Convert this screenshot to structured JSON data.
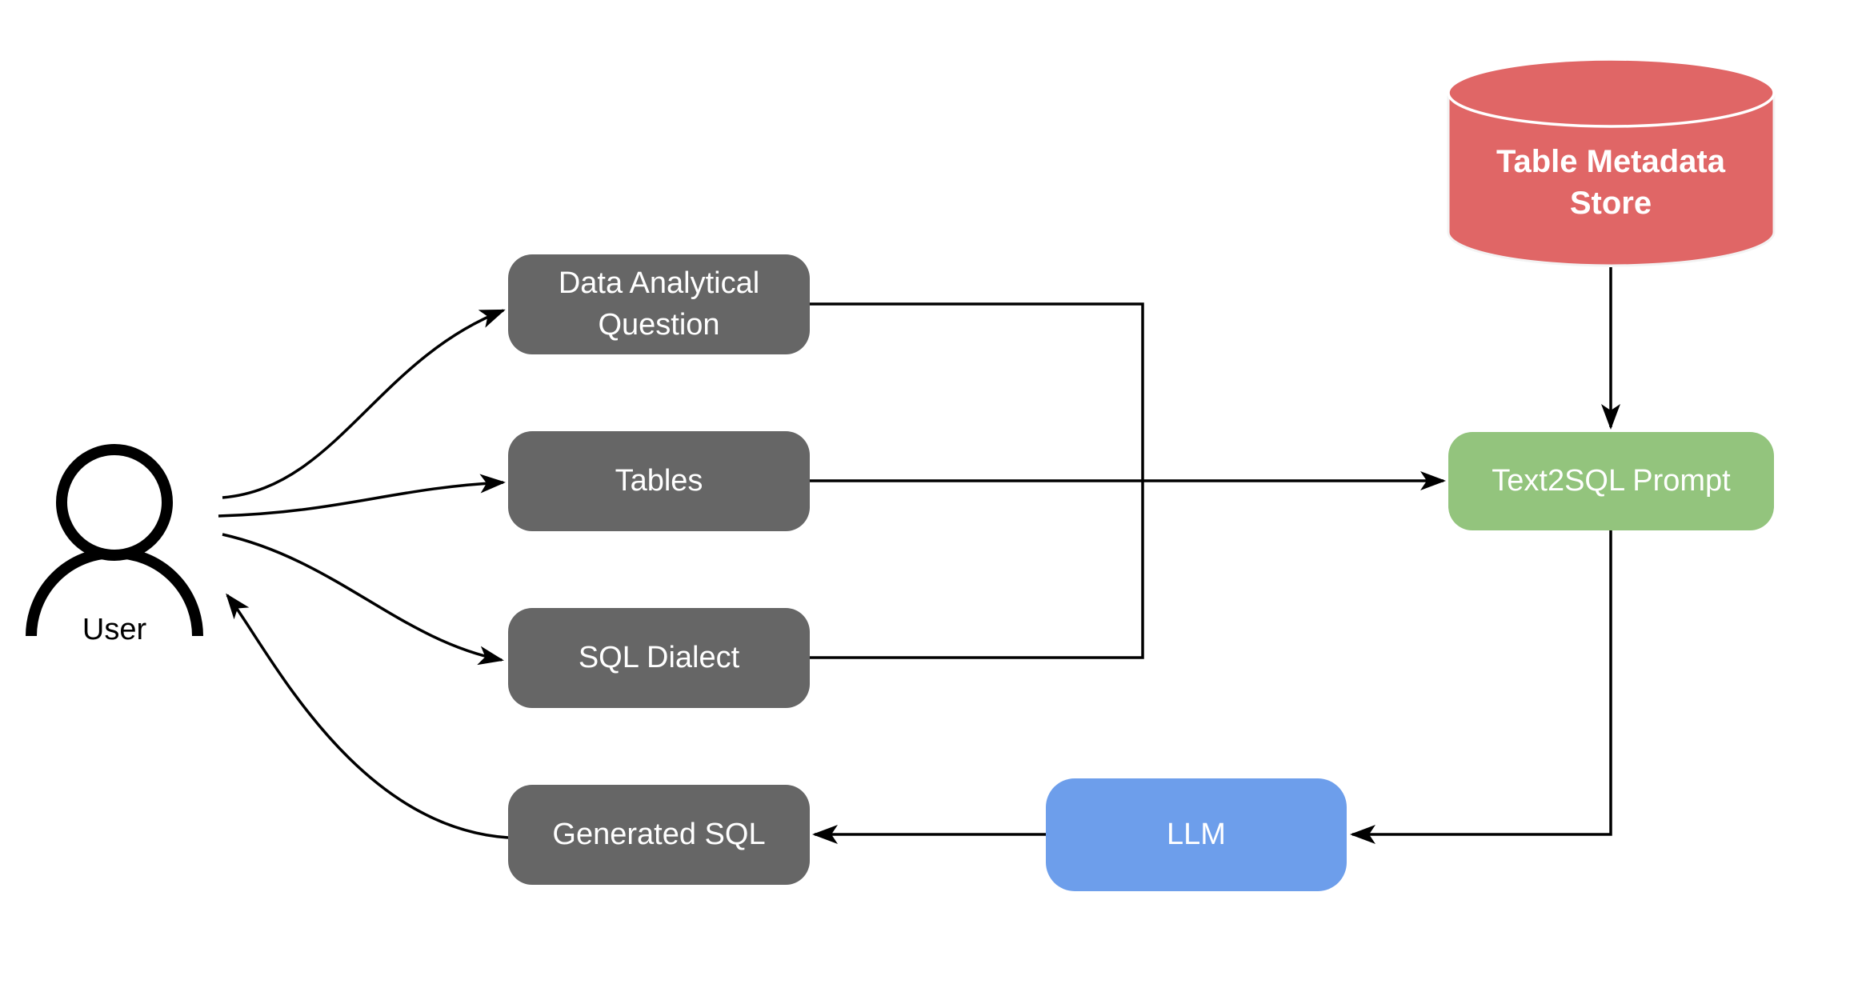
{
  "diagram": {
    "title_hint": "Text2SQL generation flow",
    "user": {
      "label": "User"
    },
    "nodes": {
      "question": {
        "label": "Data Analytical Question",
        "color": "#666666",
        "shape": "rounded-rect"
      },
      "tables": {
        "label": "Tables",
        "color": "#666666",
        "shape": "rounded-rect"
      },
      "dialect": {
        "label": "SQL Dialect",
        "color": "#666666",
        "shape": "rounded-rect"
      },
      "generated": {
        "label": "Generated SQL",
        "color": "#666666",
        "shape": "rounded-rect"
      },
      "store": {
        "label": "Table Metadata Store",
        "color": "#e06666",
        "shape": "cylinder"
      },
      "prompt": {
        "label": "Text2SQL Prompt",
        "color": "#93c47d",
        "shape": "rounded-rect"
      },
      "llm": {
        "label": "LLM",
        "color": "#6d9eeb",
        "shape": "rounded-rect"
      }
    },
    "edges": [
      {
        "from": "user",
        "to": "question"
      },
      {
        "from": "user",
        "to": "tables"
      },
      {
        "from": "user",
        "to": "dialect"
      },
      {
        "from": "question",
        "to": "prompt"
      },
      {
        "from": "tables",
        "to": "prompt"
      },
      {
        "from": "dialect",
        "to": "prompt"
      },
      {
        "from": "store",
        "to": "prompt"
      },
      {
        "from": "prompt",
        "to": "llm"
      },
      {
        "from": "llm",
        "to": "generated"
      },
      {
        "from": "generated",
        "to": "user"
      }
    ],
    "colors": {
      "background": "#ffffff",
      "line": "#000000",
      "node_text": "#ffffff",
      "user_text": "#000000",
      "gray": "#666666",
      "red": "#e06666",
      "green": "#93c47d",
      "blue": "#6d9eeb",
      "cylinder_rim": "#ffffff"
    }
  }
}
